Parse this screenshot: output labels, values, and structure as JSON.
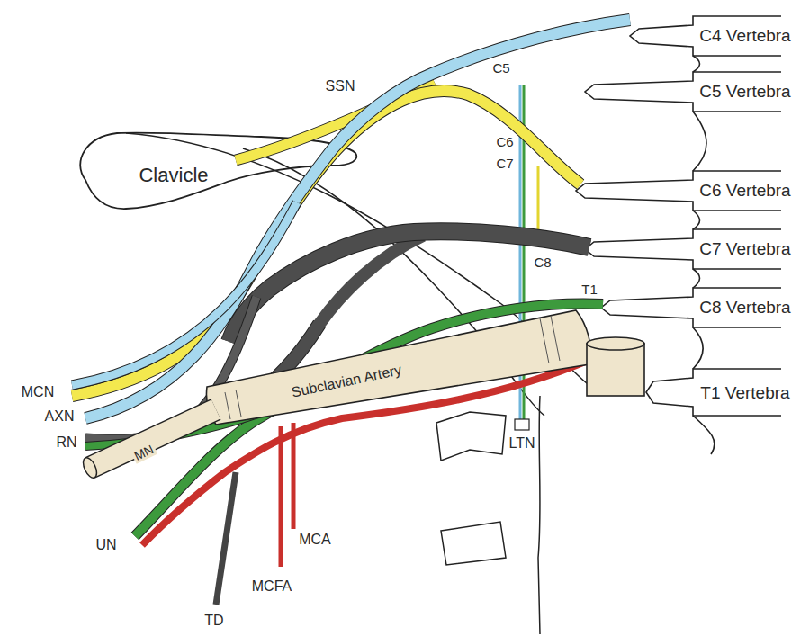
{
  "diagram": {
    "labels": [
      "C4 Vertebra",
      "C5 Vertebra",
      "C6 Vertebra",
      "C7 Vertebra",
      "C8 Vertebra",
      "T1 Vertebra",
      "C5",
      "SSN",
      "Clavicle",
      "C6",
      "C7",
      "C8",
      "T1",
      "Subclavian Artery",
      "MCN",
      "AXN",
      "RN",
      "MN",
      "LTN",
      "UN",
      "TD",
      "MCFA",
      "MCA"
    ]
  }
}
